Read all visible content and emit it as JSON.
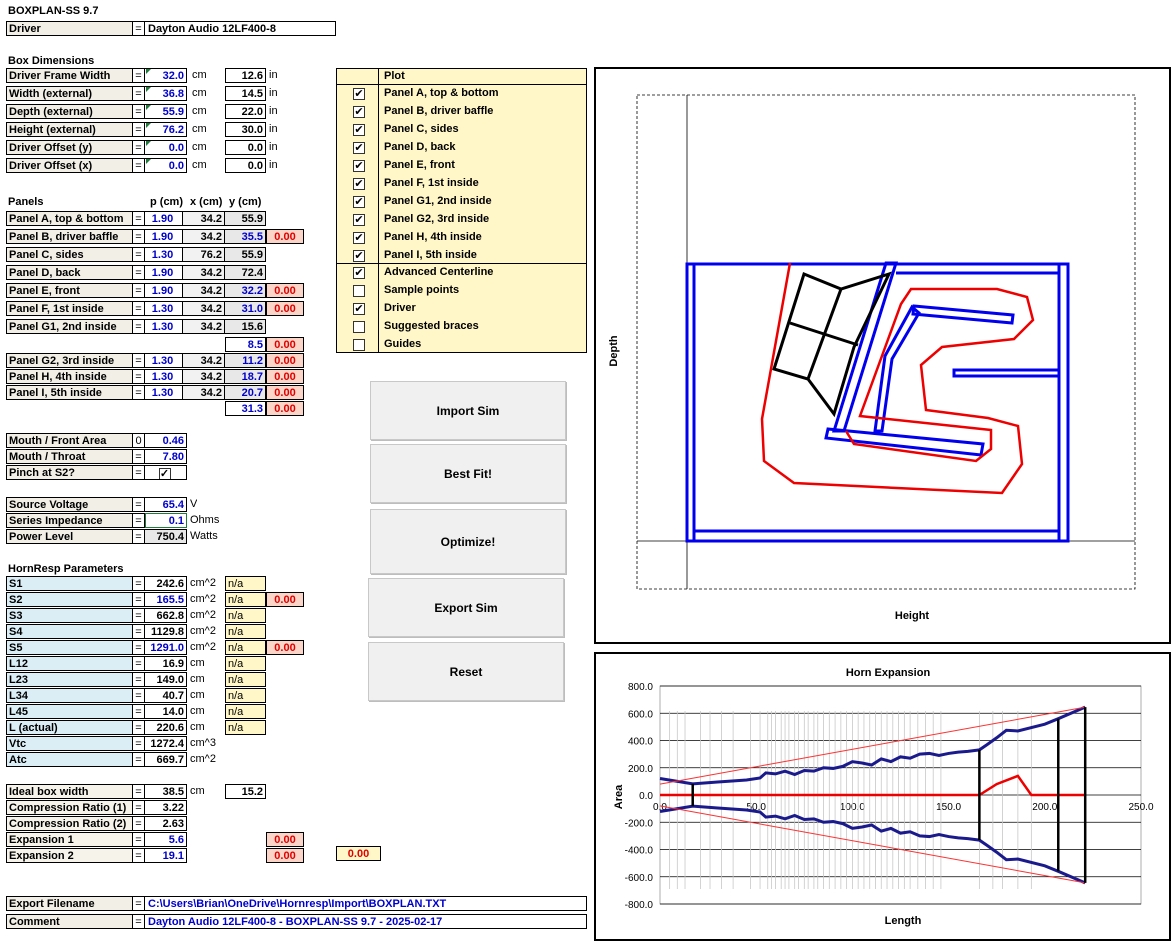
{
  "app_title": "BOXPLAN-SS 9.7",
  "driver": {
    "label": "Driver",
    "value": "Dayton Audio 12LF400-8"
  },
  "box_dims": {
    "heading": "Box Dimensions",
    "rows": [
      {
        "label": "Driver Frame Width",
        "cm": "32.0",
        "unit": "cm",
        "inch": "12.6",
        "iunit": "in"
      },
      {
        "label": "Width (external)",
        "cm": "36.8",
        "unit": "cm",
        "inch": "14.5",
        "iunit": "in"
      },
      {
        "label": "Depth (external)",
        "cm": "55.9",
        "unit": "cm",
        "inch": "22.0",
        "iunit": "in"
      },
      {
        "label": "Height (external)",
        "cm": "76.2",
        "unit": "cm",
        "inch": "30.0",
        "iunit": "in"
      },
      {
        "label": "Driver Offset (y)",
        "cm": "0.0",
        "unit": "cm",
        "inch": "0.0",
        "iunit": "in"
      },
      {
        "label": "Driver Offset (x)",
        "cm": "0.0",
        "unit": "cm",
        "inch": "0.0",
        "iunit": "in"
      }
    ]
  },
  "panels": {
    "heading": "Panels",
    "col_p": "p (cm)",
    "col_x": "x (cm)",
    "col_y": "y (cm)",
    "rows": [
      {
        "label": "Panel A, top & bottom",
        "p": "1.90",
        "x": "34.2",
        "y": "55.9",
        "r": ""
      },
      {
        "label": "Panel B, driver baffle",
        "p": "1.90",
        "x": "34.2",
        "y": "35.5",
        "r": "0.00"
      },
      {
        "label": "Panel C, sides",
        "p": "1.30",
        "x": "76.2",
        "y": "55.9",
        "r": ""
      },
      {
        "label": "Panel D, back",
        "p": "1.90",
        "x": "34.2",
        "y": "72.4",
        "r": ""
      },
      {
        "label": "Panel E, front",
        "p": "1.90",
        "x": "34.2",
        "y": "32.2",
        "r": "0.00"
      },
      {
        "label": "Panel F, 1st inside",
        "p": "1.30",
        "x": "34.2",
        "y": "31.0",
        "r": "0.00"
      },
      {
        "label": "Panel G1, 2nd inside",
        "p": "1.30",
        "x": "34.2",
        "y": "15.6",
        "r": ""
      }
    ],
    "extra1": {
      "y": "8.5",
      "r": "0.00"
    },
    "rows2": [
      {
        "label": "Panel G2, 3rd inside",
        "p": "1.30",
        "x": "34.2",
        "y": "11.2",
        "r": "0.00"
      },
      {
        "label": "Panel H, 4th inside",
        "p": "1.30",
        "x": "34.2",
        "y": "18.7",
        "r": "0.00"
      },
      {
        "label": "Panel I, 5th inside",
        "p": "1.30",
        "x": "34.2",
        "y": "20.7",
        "r": "0.00"
      }
    ],
    "extra2": {
      "y": "31.3",
      "r": "0.00"
    }
  },
  "mouth": [
    {
      "label": "Mouth / Front Area",
      "eq": "0",
      "val": "0.46"
    },
    {
      "label": "Mouth / Throat",
      "eq": "=",
      "val": "7.80"
    },
    {
      "label": "Pinch at S2?",
      "eq": "=",
      "val": "✓"
    }
  ],
  "power": [
    {
      "label": "Source Voltage",
      "val": "65.4",
      "unit": "V"
    },
    {
      "label": "Series Impedance",
      "val": "0.1",
      "unit": "Ohms"
    },
    {
      "label": "Power Level",
      "val": "750.4",
      "unit": "Watts"
    }
  ],
  "hornresp": {
    "heading": "HornResp Parameters",
    "rows": [
      {
        "label": "S1",
        "val": "242.6",
        "unit": "cm^2",
        "na": "n/a",
        "r": ""
      },
      {
        "label": "S2",
        "val": "165.5",
        "unit": "cm^2",
        "na": "n/a",
        "r": "0.00"
      },
      {
        "label": "S3",
        "val": "662.8",
        "unit": "cm^2",
        "na": "n/a",
        "r": ""
      },
      {
        "label": "S4",
        "val": "1129.8",
        "unit": "cm^2",
        "na": "n/a",
        "r": ""
      },
      {
        "label": "S5",
        "val": "1291.0",
        "unit": "cm^2",
        "na": "n/a",
        "r": "0.00"
      },
      {
        "label": "L12",
        "val": "16.9",
        "unit": "cm",
        "na": "n/a",
        "r": ""
      },
      {
        "label": "L23",
        "val": "149.0",
        "unit": "cm",
        "na": "n/a",
        "r": ""
      },
      {
        "label": "L34",
        "val": "40.7",
        "unit": "cm",
        "na": "n/a",
        "r": ""
      },
      {
        "label": "L45",
        "val": "14.0",
        "unit": "cm",
        "na": "n/a",
        "r": ""
      },
      {
        "label": "L (actual)",
        "val": "220.6",
        "unit": "cm",
        "na": "n/a",
        "r": ""
      },
      {
        "label": "Vtc",
        "val": "1272.4",
        "unit": "cm^3",
        "na": "",
        "r": ""
      },
      {
        "label": "Atc",
        "val": "669.7",
        "unit": "cm^2",
        "na": "",
        "r": ""
      }
    ]
  },
  "ideal": {
    "label": "Ideal box width",
    "val": "38.5",
    "unit": "cm",
    "inch": "15.2"
  },
  "ratios": [
    {
      "label": "Compression Ratio (1)",
      "val": "3.22",
      "r": ""
    },
    {
      "label": "Compression Ratio (2)",
      "val": "2.63",
      "r": ""
    },
    {
      "label": "Expansion 1",
      "val": "5.6",
      "r": "0.00"
    },
    {
      "label": "Expansion 2",
      "val": "19.1",
      "r": "0.00",
      "y": "0.00"
    }
  ],
  "export": {
    "label": "Export Filename",
    "value": "C:\\Users\\Brian\\OneDrive\\Hornresp\\Import\\BOXPLAN.TXT"
  },
  "comment": {
    "label": "Comment",
    "value": "Dayton Audio 12LF400-8 - BOXPLAN-SS 9.7 - 2025-02-17"
  },
  "plot_options": {
    "heading": "Plot",
    "items": [
      {
        "label": "Panel A, top & bottom",
        "checked": true
      },
      {
        "label": "Panel B, driver baffle",
        "checked": true
      },
      {
        "label": "Panel C, sides",
        "checked": true
      },
      {
        "label": "Panel D, back",
        "checked": true
      },
      {
        "label": "Panel E, front",
        "checked": true
      },
      {
        "label": "Panel F, 1st inside",
        "checked": true
      },
      {
        "label": "Panel G1, 2nd inside",
        "checked": true
      },
      {
        "label": "Panel G2, 3rd inside",
        "checked": true
      },
      {
        "label": "Panel H, 4th inside",
        "checked": true
      },
      {
        "label": "Panel I, 5th inside",
        "checked": true
      }
    ],
    "items2": [
      {
        "label": "Advanced Centerline",
        "checked": true
      },
      {
        "label": "Sample points",
        "checked": false
      },
      {
        "label": "Driver",
        "checked": true
      },
      {
        "label": "Suggested braces",
        "checked": false
      },
      {
        "label": "Guides",
        "checked": false
      }
    ]
  },
  "buttons": {
    "import": "Import Sim",
    "bestfit": "Best Fit!",
    "optimize": "Optimize!",
    "export": "Export Sim",
    "reset": "Reset"
  },
  "box_plot": {
    "xlabel": "Height",
    "ylabel": "Depth",
    "colors": {
      "panel": "#0000ee",
      "centerline": "#ee0000",
      "driver": "#000000"
    }
  },
  "chart_data": {
    "type": "line",
    "title": "Horn Expansion",
    "xlabel": "Length",
    "ylabel": "Area",
    "xlim": [
      0,
      250
    ],
    "ylim": [
      -800,
      800
    ],
    "xticks": [
      "0.0",
      "50.0",
      "100.0",
      "150.0",
      "200.0",
      "250.0"
    ],
    "yticks": [
      "800.0",
      "600.0",
      "400.0",
      "200.0",
      "0.0",
      "-200.0",
      "-400.0",
      "-600.0",
      "-800.0"
    ],
    "colors": {
      "profile": "#1a1a8c",
      "trend": "#ff3030",
      "pinch": "#ee0000",
      "marker": "#000000",
      "sample": "#c8c8c8"
    },
    "series": [
      {
        "x": [
          0,
          17,
          30,
          45,
          52,
          55,
          60,
          65,
          70,
          75,
          80,
          85,
          90,
          95,
          100,
          105,
          110,
          115,
          120,
          125,
          130,
          135,
          140,
          145,
          150,
          155,
          160,
          166,
          170,
          175,
          180,
          186,
          200,
          207,
          221
        ],
        "y": [
          121,
          82,
          95,
          110,
          125,
          162,
          155,
          175,
          150,
          180,
          175,
          200,
          195,
          210,
          245,
          235,
          220,
          265,
          245,
          280,
          270,
          300,
          305,
          290,
          305,
          315,
          320,
          331,
          370,
          420,
          475,
          470,
          520,
          560,
          645
        ]
      },
      {
        "x": [
          0,
          221
        ],
        "y": [
          80,
          645
        ]
      },
      {
        "x": [
          0,
          17,
          60,
          80,
          110,
          150,
          166,
          175,
          186,
          193,
          221
        ],
        "y": [
          0,
          0,
          0,
          0,
          0,
          0,
          0,
          80,
          140,
          0,
          0
        ]
      }
    ],
    "markers_x": [
      17,
      166,
      207,
      221
    ],
    "samples_x": [
      5,
      9,
      13,
      21,
      26,
      32,
      38,
      47,
      52,
      56,
      58,
      60,
      63,
      65,
      67,
      70,
      72,
      75,
      77,
      80,
      82,
      85,
      88,
      91,
      94,
      97,
      100,
      103,
      106,
      109,
      112,
      115,
      118,
      121,
      124,
      127,
      130,
      134,
      138,
      142,
      146,
      166,
      173,
      178,
      186,
      193
    ]
  }
}
